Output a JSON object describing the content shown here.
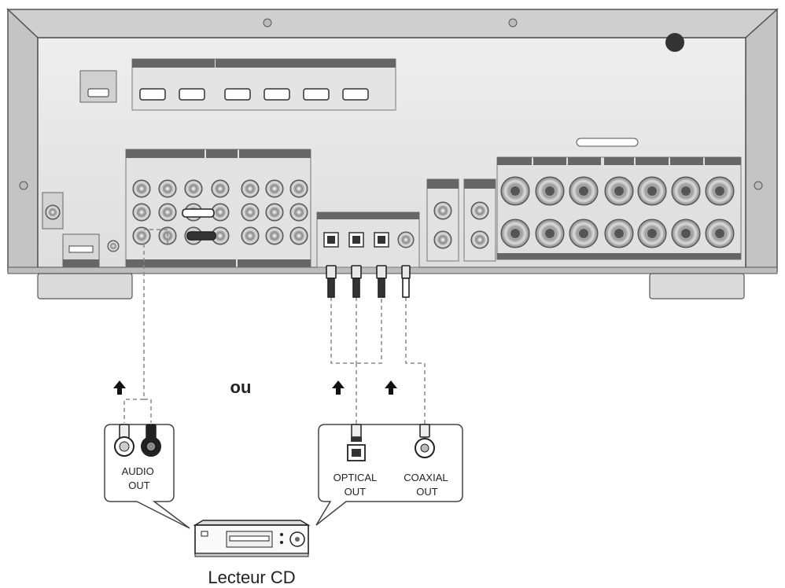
{
  "diagram": {
    "audio_out_label": [
      "AUDIO",
      "OUT"
    ],
    "optical_out_label": [
      "OPTICAL",
      "OUT"
    ],
    "coaxial_out_label": [
      "COAXIAL",
      "OUT"
    ],
    "or_label": "ou",
    "cd_player_label": "Lecteur CD"
  }
}
